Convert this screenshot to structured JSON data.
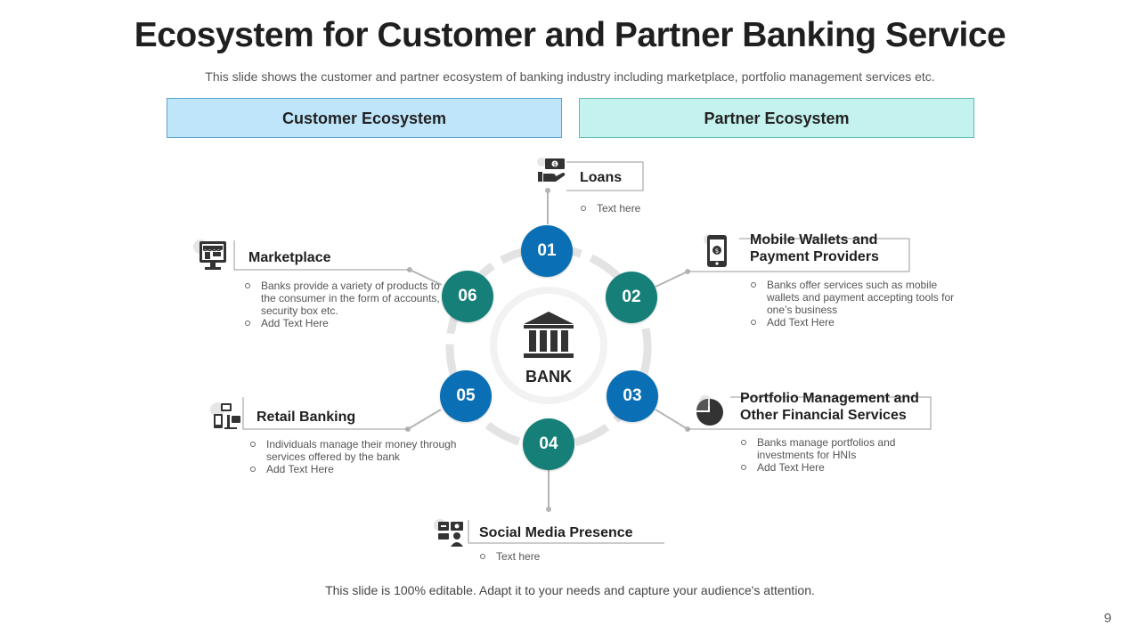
{
  "slide": {
    "title": "Ecosystem for Customer and Partner Banking Service",
    "subtitle": "This slide shows the customer and partner ecosystem of banking industry including marketplace, portfolio management services etc.",
    "footer": "This slide is 100% editable. Adapt it to your needs and capture your audience's attention.",
    "page_number": "9"
  },
  "ecosystems": {
    "customer": "Customer Ecosystem",
    "partner": "Partner Ecosystem"
  },
  "center": {
    "label": "BANK",
    "icon": "bank-building-icon"
  },
  "nodes": [
    {
      "number": "01",
      "title": "Loans",
      "icon": "money-hand-icon",
      "bullets": [
        "Text here"
      ]
    },
    {
      "number": "02",
      "title_lines": [
        "Mobile Wallets and",
        "Payment Providers"
      ],
      "icon": "mobile-wallet-icon",
      "bullets": [
        "Banks offer services such as mobile wallets and payment accepting tools for one’s business",
        "Add Text Here"
      ]
    },
    {
      "number": "03",
      "title_lines": [
        "Portfolio Management and",
        "Other Financial Services"
      ],
      "icon": "pie-chart-icon",
      "bullets": [
        "Banks manage portfolios and investments for HNIs",
        "Add Text Here"
      ]
    },
    {
      "number": "04",
      "title": "Social Media Presence",
      "icon": "social-media-icon",
      "bullets": [
        "Text here"
      ]
    },
    {
      "number": "05",
      "title": "Retail Banking",
      "icon": "retail-banking-icon",
      "bullets": [
        "Individuals manage their money through services offered by the bank",
        "Add Text Here"
      ]
    },
    {
      "number": "06",
      "title": "Marketplace",
      "icon": "marketplace-icon",
      "bullets": [
        "Banks provide a variety of  products to the consumer in the form of accounts, security box etc.",
        "Add Text Here"
      ]
    }
  ],
  "colors": {
    "blue": "#0a6fb5",
    "teal": "#157f78",
    "ring": "#e3e3e3"
  }
}
